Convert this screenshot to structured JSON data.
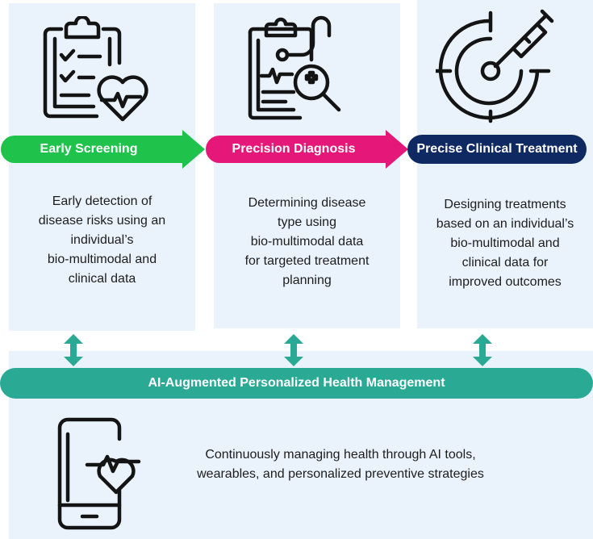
{
  "stages": [
    {
      "title": "Early Screening",
      "description_lines": [
        "Early detection of",
        "disease risks using an",
        "individual’s",
        "bio-multimodal and",
        "clinical data"
      ],
      "color": "#1fc24a",
      "icon": "clipboard-checklist-heart-icon"
    },
    {
      "title": "Precision Diagnosis",
      "description_lines": [
        "Determining disease",
        "type using",
        "bio-multimodal data",
        "for targeted treatment",
        "planning"
      ],
      "color": "#e5187a",
      "icon": "clipboard-stethoscope-magnifier-icon"
    },
    {
      "title": "Precise Clinical Treatment",
      "description_lines": [
        "Designing treatments",
        "based on an individual’s",
        "bio-multimodal and",
        "clinical data for",
        "improved outcomes"
      ],
      "color": "#0f2a63",
      "icon": "target-syringe-icon"
    }
  ],
  "management": {
    "title": "AI-Augmented Personalized Health Management",
    "description_lines": [
      "Continuously managing health through AI tools,",
      "wearables, and personalized preventive strategies"
    ],
    "color": "#2aaa95",
    "icon": "smartphone-heart-icon"
  },
  "connector_icon": "double-arrow-vertical-icon",
  "panel_color": "#eaf2fb"
}
